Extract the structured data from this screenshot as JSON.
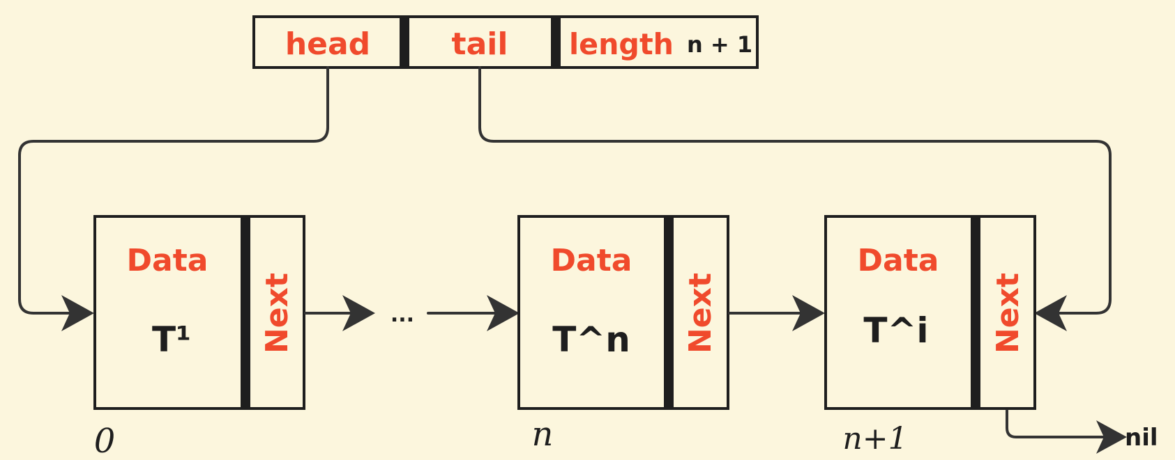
{
  "header": {
    "head_label": "head",
    "tail_label": "tail",
    "length_label": "length",
    "length_value": "n + 1"
  },
  "nodes": [
    {
      "data_label": "Data",
      "value": "T¹",
      "next_label": "Next",
      "index": "0"
    },
    {
      "data_label": "Data",
      "value": "T^n",
      "next_label": "Next",
      "index": "n"
    },
    {
      "data_label": "Data",
      "value": "T^i",
      "next_label": "Next",
      "index": "n+1"
    }
  ],
  "ellipsis": "...",
  "terminal": "nil",
  "colors": {
    "background": "#fcf6dd",
    "accent": "#f04a2c",
    "ink": "#1e1e1e",
    "arrow": "#333333"
  }
}
